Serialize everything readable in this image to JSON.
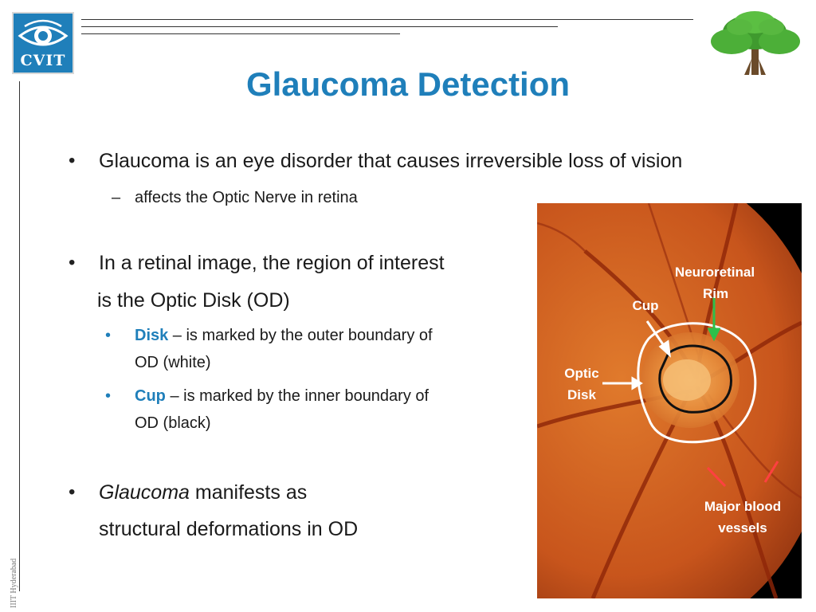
{
  "logo": {
    "text": "CVIT"
  },
  "sidebar_text": "IIIT Hyderabad",
  "title": "Glaucoma Detection",
  "bullets": {
    "b1": "Glaucoma is an eye disorder that causes irreversible loss of vision",
    "b1_sub": "affects the Optic Nerve in retina",
    "b2_line1": "In a retinal image, the region of interest",
    "b2_line2": "is the Optic Disk (OD)",
    "disk_word": "Disk",
    "disk_rest_1": " – is marked by the outer boundary of",
    "disk_rest_2": "OD (white)",
    "cup_word": "Cup",
    "cup_rest_1": " – is marked by the inner boundary of",
    "cup_rest_2": "OD (black)",
    "b3_italic": "Glaucoma",
    "b3_rest": " manifests as",
    "b3_line2": "structural deformations in OD"
  },
  "image_labels": {
    "neuro_line1": "Neuroretinal",
    "neuro_line2": "Rim",
    "cup": "Cup",
    "optic_line1": "Optic",
    "optic_line2": "Disk",
    "vessels_line1": "Major blood",
    "vessels_line2": "vessels"
  },
  "colors": {
    "accent": "#1f7fba",
    "arrow_green": "#2ec04a",
    "vessel_marker": "#ff4040"
  }
}
